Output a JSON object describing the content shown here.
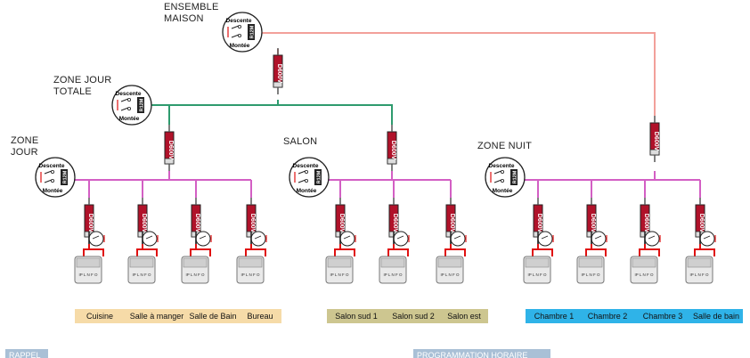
{
  "zones": {
    "maison": {
      "line1": "ENSEMBLE",
      "line2": "MAISON"
    },
    "jour_totale": {
      "line1": "ZONE JOUR",
      "line2": "TOTALE"
    },
    "jour": {
      "line1": "ZONE",
      "line2": "JOUR"
    },
    "salon": {
      "line1": "SALON"
    },
    "nuit": {
      "line1": "ZONE NUIT"
    }
  },
  "switch_labels": {
    "descente": "Descente",
    "montee": "Montée",
    "relay": "R12M"
  },
  "diode_label": "D600V",
  "rooms": {
    "jour": [
      "Cuisine",
      "Salle à manger",
      "Salle de Bain",
      "Bureau"
    ],
    "salon": [
      "Salon sud 1",
      "Salon sud 2",
      "Salon est"
    ],
    "nuit": [
      "Chambre 1",
      "Chambre 2",
      "Chambre 3",
      "Salle de bain"
    ]
  },
  "motor_terminals": "IP L N F O",
  "sections": {
    "rappel": "RAPPEL",
    "programmation": "PROGRAMMATION HORAIRE"
  },
  "colors": {
    "wire_top": "#f2a09a",
    "wire_zone_jour_totale": "#2e9b6e",
    "wire_group": "#d35fc4",
    "wire_local": "#e01010",
    "diode_body": "#b0122a",
    "room_bar_jour": "#f6dba8",
    "room_bar_salon": "#cdc690",
    "room_bar_nuit": "#2fb3e8",
    "section_tab": "#a9c0d6"
  }
}
